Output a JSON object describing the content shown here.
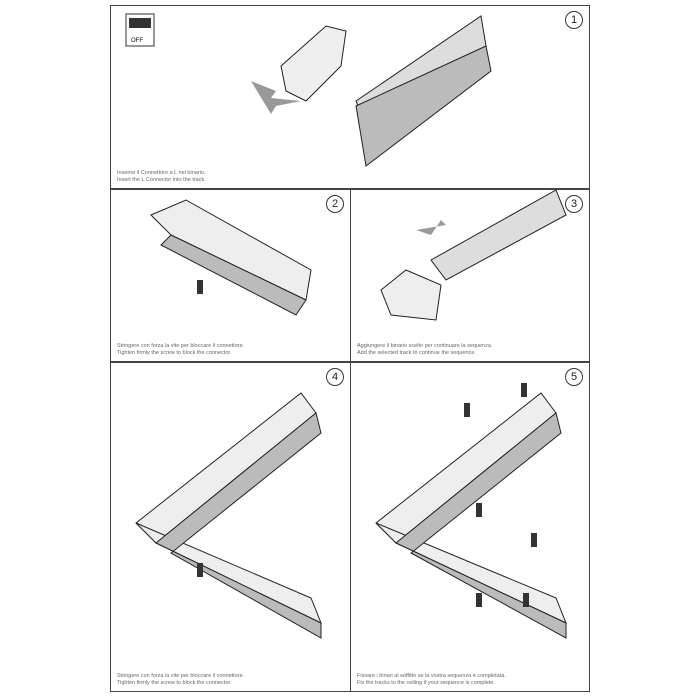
{
  "steps": [
    {
      "number": "1",
      "caption_it": "Inserire il Connettore a L nel binario.",
      "caption_en": "Insert the L Connector into the track.",
      "switch_label": "OFF"
    },
    {
      "number": "2",
      "caption_it": "Stringere con forza la vite per bloccare il connettore.",
      "caption_en": "Tighten firmly the screw to block the connector."
    },
    {
      "number": "3",
      "caption_it": "Aggiungere il binario scelto per continuare la sequenza.",
      "caption_en": "Add the selected track to continue the sequence."
    },
    {
      "number": "4",
      "caption_it": "Stringere con forza la vite per bloccare il connettore.",
      "caption_en": "Tighten firmly the screw to block the connector."
    },
    {
      "number": "5",
      "caption_it": "Fissare i binari al soffitto se la vostra sequenza è completata.",
      "caption_en": "Fix the tracks to the ceiling if your sequence is complete."
    }
  ]
}
